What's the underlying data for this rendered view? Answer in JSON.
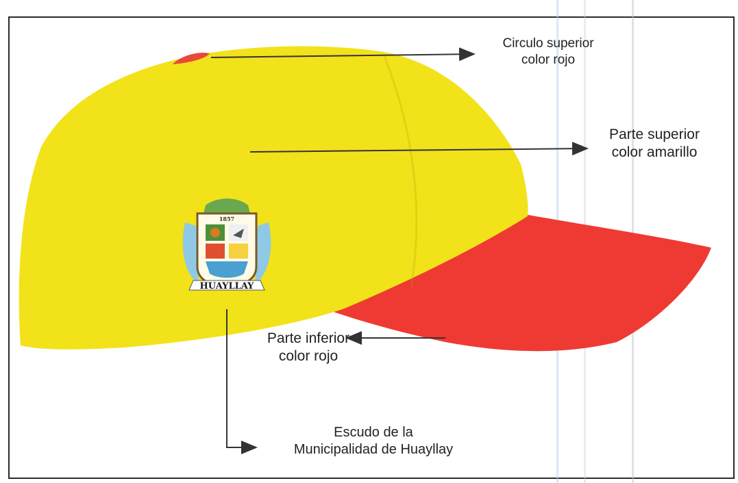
{
  "colors": {
    "cap_crown": "#f2e21a",
    "cap_visor": "#ee3a33",
    "top_button": "#e84a3a",
    "arrow": "#333333"
  },
  "labels": {
    "top_circle": {
      "line1": "Circulo superior",
      "line2": "color rojo"
    },
    "crown": {
      "line1": "Parte superior",
      "line2": "color amarillo"
    },
    "visor": {
      "line1": "Parte inferior",
      "line2": "color rojo"
    },
    "crest": {
      "line1": "Escudo de la",
      "line2": "Municipalidad de Huayllay"
    }
  },
  "crest": {
    "year": "1857",
    "name": "HUAYLLAY"
  }
}
